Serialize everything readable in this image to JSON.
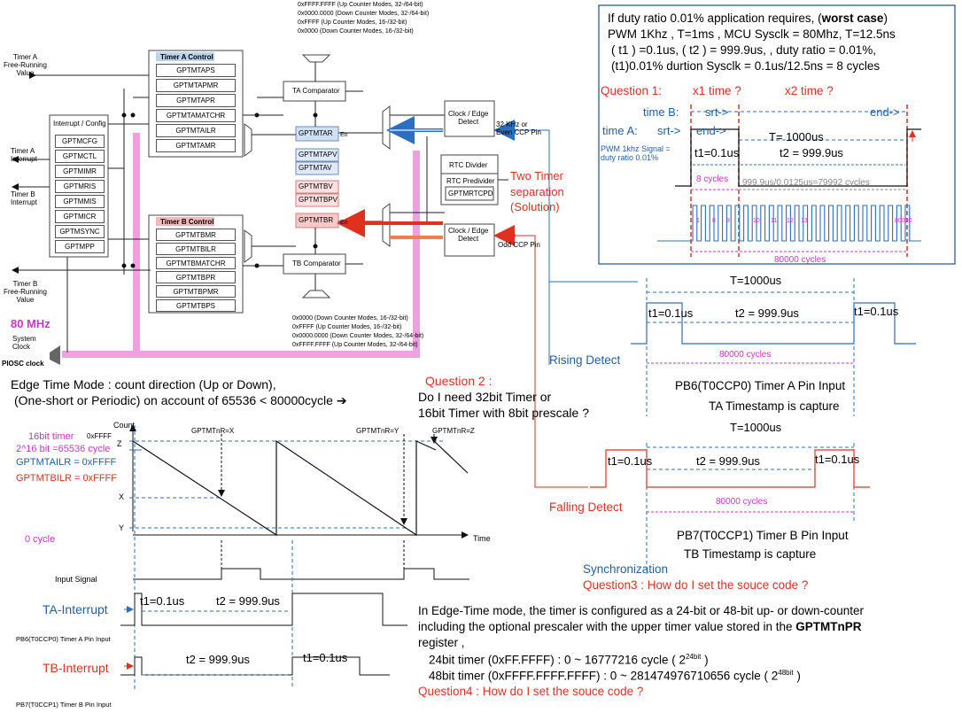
{
  "hw": {
    "top_vals": [
      "0xFFFF.FFFF (Up Counter Modes, 32-/64-bit)",
      "0x0000.0000 (Down Counter Modes, 32-/64-bit)",
      "0xFFFF (Up Counter Modes, 16-/32-bit)",
      "0x0000 (Down Counter Modes, 16-/32-bit)"
    ],
    "bottom_vals": [
      "0x0000 (Down Counter Modes, 16-/32-bit)",
      "0xFFFF (Up Counter Modes, 16-/32-bit)",
      "0x0000.0000 (Down Counter Modes, 32-/64-bit)",
      "0xFFFF.FFFF (Up Counter Modes, 32-/64-bit)"
    ],
    "timer_a_control_title": "Timer A Control",
    "timer_a_regs": [
      "GPTMTAPS",
      "GPTMTAPMR",
      "GPTMTAPR",
      "GPTMTAMATCHR",
      "GPTMTAILR",
      "GPTMTAMR"
    ],
    "timer_b_control_title": "Timer B Control",
    "timer_b_regs": [
      "GPTMTBMR",
      "GPTMTBILR",
      "GPTMTBMATCHR",
      "GPTMTBPR",
      "GPTMTBPMR",
      "GPTMTBPS"
    ],
    "interrupt_title": "Interrupt / Config",
    "interrupt_regs": [
      "GPTMCFG",
      "GPTMCTL",
      "GPTMIMR",
      "GPTMRIS",
      "GPTMMIS",
      "GPTMICR",
      "GPTMSYNC",
      "GPTMPP"
    ],
    "ta_comparator": "TA Comparator",
    "tb_comparator": "TB Comparator",
    "gptmtar": "GPTMTAR",
    "gptmtapv": "GPTMTAPV",
    "gptmtav": "GPTMTAV",
    "gptmtbv": "GPTMTBV",
    "gptmtbpv": "GPTMTBPV",
    "gptmtbr": "GPTMTBR",
    "en": "En",
    "clock_edge_detect_a": "Clock / Edge\nDetect",
    "clock_edge_detect_b": "Clock / Edge\nDetect",
    "even_pin": "32 KHz or\nEven CCP Pin",
    "odd_pin": "Odd CCP Pin",
    "rtc_divider": "RTC Divider",
    "rtc_predivider": "RTC Predivider",
    "gptmrtcpd": "GPTMRTCPD",
    "timer_a_free": "Timer A\nFree-Running\nValue",
    "timer_a_int": "Timer A\nInterrupt",
    "timer_b_int": "Timer B\nInterrupt",
    "timer_b_free": "Timer B\nFree-Running\nValue",
    "mhz": "80 MHz",
    "system_clock": "System\nClock",
    "piosc": "PIOSC clock",
    "two_timer": "Two Timer\nseparation\n(Solution)"
  },
  "case": {
    "line1_pre": "If duty ratio 0.01% application requires, (",
    "line1_bold": "worst case",
    "line1_post": ")",
    "line2": "PWM 1Khz , T=1ms , MCU Sysclk = 80Mhz, T=12.5ns",
    "line3": "( t1 ) =0.1us, ( t2 ) = 999.9us,  , duty ratio = 0.01%,",
    "line4": "(t1)0.01% durtion Sysclk = 0.1us/12.5ns  = 8 cycles",
    "q1": "Question 1:",
    "x1": "x1 time ?",
    "x2": "x2 time ?",
    "time_b": "time B:",
    "time_a": "time A:",
    "srt": "srt->",
    "end": "end->",
    "pwm": "PWM 1khz Signal =\nduty ratio 0.01%",
    "T": "T= 1000us",
    "t1": "t1=0.1us",
    "t2": "t2 = 999.9us",
    "cyc8": "8 cycles",
    "cyc79992": "999.9us/0.0125us=79992 cycles",
    "cyc80000": "80000 cycles",
    "pulse_nums": [
      "1",
      "8",
      "9",
      "10",
      "11",
      "12",
      "13",
      "80000"
    ]
  },
  "pins": {
    "T": "T=1000us",
    "t1": "t1=0.1us",
    "t2": "t2 = 999.9us",
    "cyc": "80000 cycles",
    "rising": "Rising Detect",
    "falling": "Falling Detect",
    "pb6": "PB6(T0CCP0) Timer A Pin Input",
    "ta_ts": "TA Timestamp is capture",
    "pb7": "PB7(T0CCP1) Timer B Pin Input",
    "tb_ts": "TB Timestamp is capture",
    "sync": "Synchronization",
    "q3": "Question3 : How do I set the souce code ?"
  },
  "mode": {
    "line1": "Edge Time Mode : count direction (Up or Down),",
    "line2": "(One-short or Periodic)   on account of   65536  <  80000cycle ➔",
    "q2": "Question 2 :",
    "q2a": "Do I need 32bit Timer or",
    "q2b": "16bit Timer with 8bit prescale ?"
  },
  "saw": {
    "count": "Count",
    "n16": "16bit timer",
    "xffff": "0xFFFF",
    "z": "Z",
    "pow": "2^16 bit =65536 cycle",
    "tailr": "GPTMTAILR  = 0xFFFF",
    "tbilr": "GPTMTBILR  = 0xFFFF",
    "x": "X",
    "y": "Y",
    "zero": "0 cycle",
    "time": "Time",
    "lbl_x": "GPTMTnR=X",
    "lbl_y": "GPTMTnR=Y",
    "lbl_z": "GPTMTnR=Z",
    "input": "Input Signal",
    "ta_int": "TA-Interrupt",
    "tb_int": "TB-Interrupt",
    "t1": "t1=0.1us",
    "t2": "t2 = 999.9us",
    "pb6": "PB6(T0CCP0)  Timer  A  Pin Input",
    "pb7": "PB7(T0CCP1)  Timer  B  Pin Input"
  },
  "bottom": {
    "p1": "In Edge-Time mode, the timer is configured as a 24-bit or 48-bit up- or down-counter",
    "p2": " including the optional prescaler with the upper timer value stored in the ",
    "p2b": "GPTMTnPR",
    "p3": "register ,",
    "r24": "24bit timer (0xFF.FFFF)         : 0 ~ 16777216  cycle ( 2",
    "r24e": "24bit",
    "r48": "48bit timer (0xFFFF.FFFF.FFFF) : 0 ~ 281474976710656  cycle ( 2",
    "r48e": "48bit",
    "close": " )",
    "q4": "Question4 : How do I set the souce code ?"
  }
}
